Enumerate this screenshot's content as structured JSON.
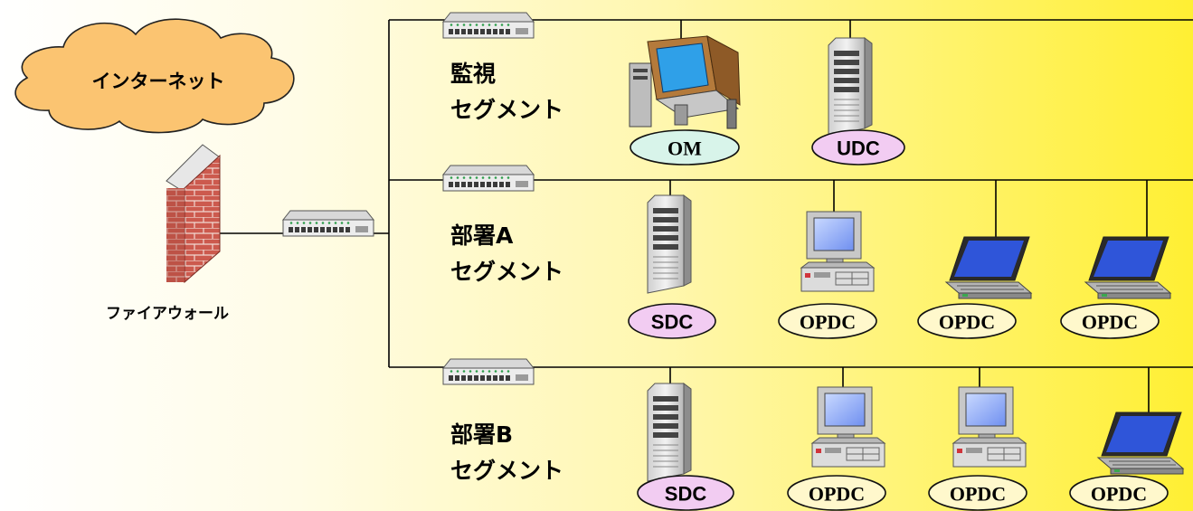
{
  "internet": {
    "label": "インターネット"
  },
  "firewall": {
    "label": "ファイアウォール"
  },
  "segments": [
    {
      "line1": "監視",
      "line2": "セグメント"
    },
    {
      "line1": "部署A",
      "line2": "セグメント"
    },
    {
      "line1": "部署B",
      "line2": "セグメント"
    }
  ],
  "nodes": {
    "om": "OM",
    "udc": "UDC",
    "a_sdc": "SDC",
    "a_opdc1": "OPDC",
    "a_opdc2": "OPDC",
    "a_opdc3": "OPDC",
    "b_sdc": "SDC",
    "b_opdc1": "OPDC",
    "b_opdc2": "OPDC",
    "b_opdc3": "OPDC"
  },
  "colors": {
    "om_fill": "#d8f4ea",
    "udc_fill": "#f2ccf2",
    "sdc_fill": "#f2ccf2",
    "opdc_fill": "#fff8cc",
    "cloud_fill": "#fbc471",
    "brick": "#cc5a4e"
  }
}
